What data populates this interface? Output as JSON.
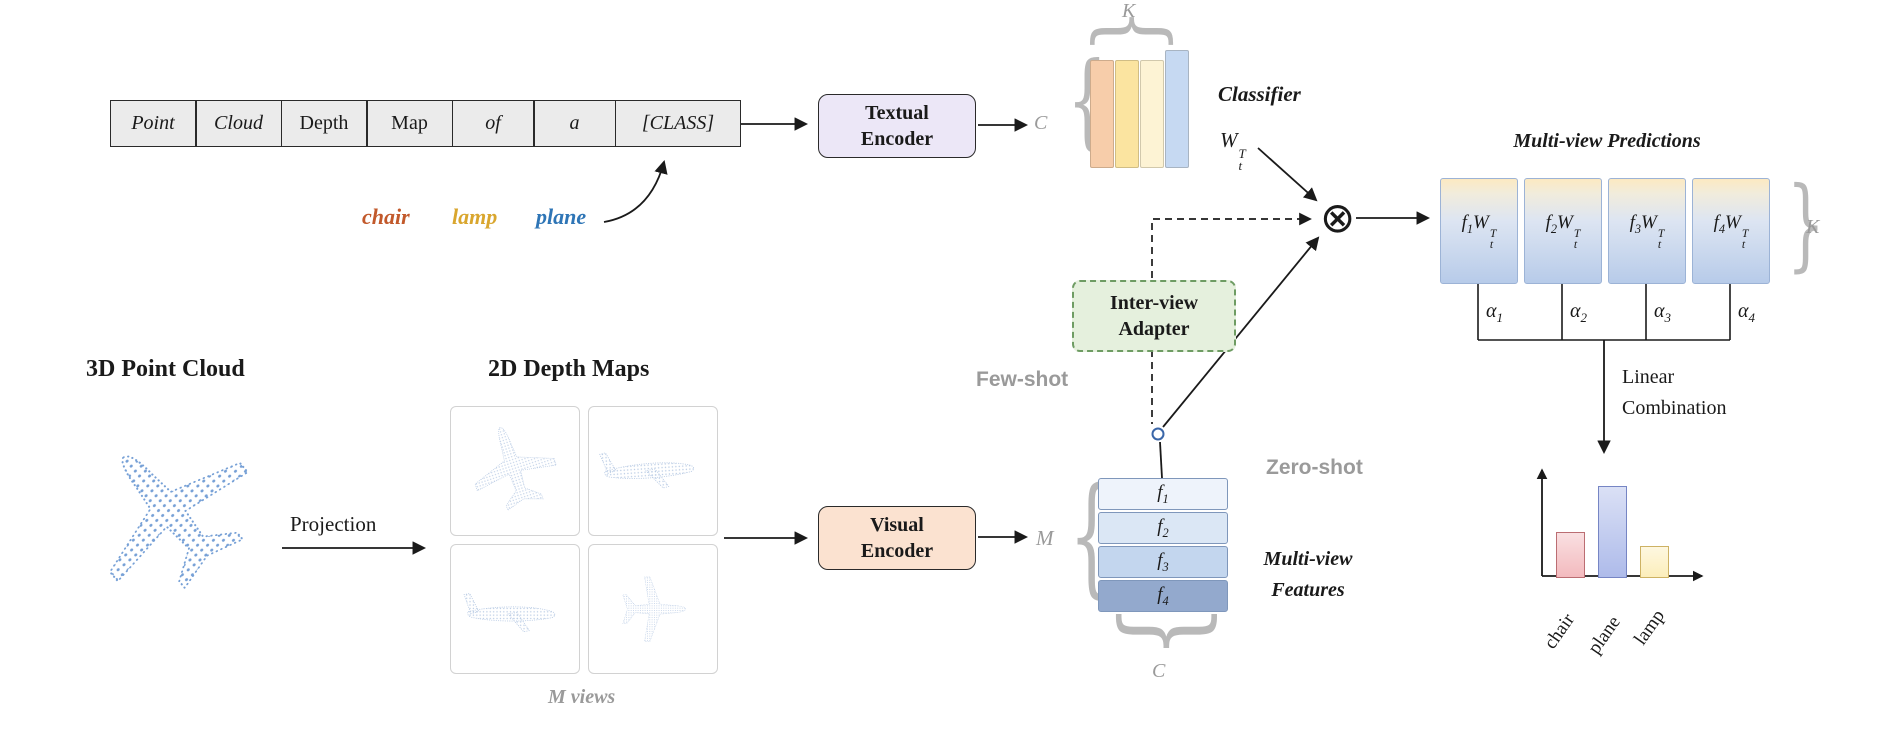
{
  "prompt": {
    "tokens": [
      "Point",
      "Cloud",
      "Depth",
      "Map",
      "of",
      "a",
      "[CLASS]"
    ],
    "classes": [
      {
        "label": "chair",
        "color": "#c2592b"
      },
      {
        "label": "lamp",
        "color": "#d9a62e"
      },
      {
        "label": "plane",
        "color": "#2e75b6"
      }
    ]
  },
  "textual_encoder_label": "Textual Encoder",
  "visual_encoder_label": "Visual Encoder",
  "adapter_label": "Inter-view Adapter",
  "classifier": {
    "title": "Classifier",
    "weight": {
      "base": "W",
      "sub": "t",
      "sup": "T"
    },
    "k_label": "K",
    "c_label": "C",
    "bar_colors": [
      "#f7cdaa",
      "#fbe4a0",
      "#fdf3d4",
      "#c6d9f2"
    ]
  },
  "otimes": "⊗",
  "few_shot_label": "Few-shot",
  "zero_shot_label": "Zero-shot",
  "features": {
    "m_label": "M",
    "c_label": "C",
    "caption": "Multi-view Features",
    "bars": [
      {
        "base": "f",
        "sub": "1",
        "color": "#eef3fb"
      },
      {
        "base": "f",
        "sub": "2",
        "color": "#dbe7f5"
      },
      {
        "base": "f",
        "sub": "3",
        "color": "#c3d6ee"
      },
      {
        "base": "f",
        "sub": "4",
        "color": "#93a9cd"
      }
    ]
  },
  "predictions": {
    "title": "Multi-view Predictions",
    "k_label": "K",
    "boxes": [
      {
        "f": "f",
        "fsub": "1",
        "w": "W",
        "wsub": "t",
        "wsup": "T"
      },
      {
        "f": "f",
        "fsub": "2",
        "w": "W",
        "wsub": "t",
        "wsup": "T"
      },
      {
        "f": "f",
        "fsub": "3",
        "w": "W",
        "wsub": "t",
        "wsup": "T"
      },
      {
        "f": "f",
        "fsub": "4",
        "w": "W",
        "wsub": "t",
        "wsup": "T"
      }
    ],
    "alphas": [
      {
        "base": "α",
        "sub": "1"
      },
      {
        "base": "α",
        "sub": "2"
      },
      {
        "base": "α",
        "sub": "3"
      },
      {
        "base": "α",
        "sub": "4"
      }
    ],
    "combination_label": "Linear Combination"
  },
  "pointcloud": {
    "title": "3D Point Cloud",
    "projection_label": "Projection",
    "depthmaps_title": "2D Depth Maps",
    "views_label": "M views"
  },
  "chart_data": {
    "type": "bar",
    "categories": [
      "chair",
      "plane",
      "lamp"
    ],
    "values": [
      0.5,
      1.0,
      0.33
    ],
    "title": "",
    "xlabel": "",
    "ylabel": "",
    "colors": [
      "#f3babe",
      "#aebbea",
      "#fceebb"
    ]
  },
  "glyphs": {
    "brace_open": "{",
    "brace_close": "}"
  }
}
